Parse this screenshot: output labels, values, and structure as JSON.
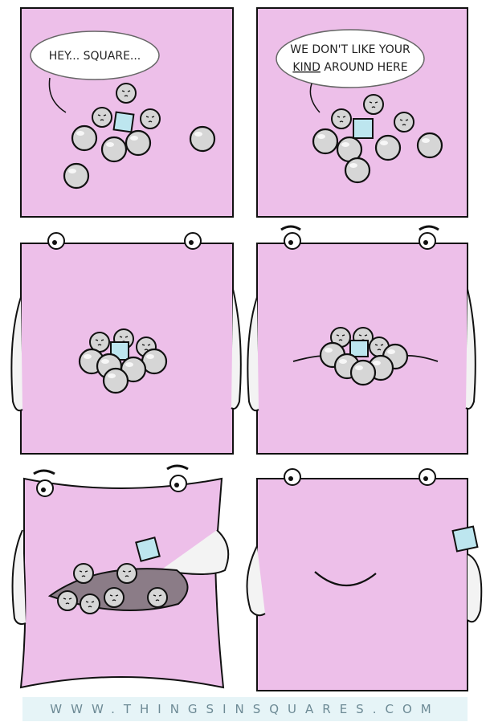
{
  "panels": [
    {
      "id": 1,
      "speech": "HEY... SQUARE..."
    },
    {
      "id": 2,
      "speech_line1": "WE DON'T LIKE YOUR",
      "speech_line2_underlined": "KIND",
      "speech_line2_rest": " AROUND HERE"
    },
    {
      "id": 3
    },
    {
      "id": 4
    },
    {
      "id": 5
    },
    {
      "id": 6
    }
  ],
  "footer": {
    "url": "WWW.THINGSINSQUARES.COM"
  },
  "colors": {
    "square_pink": "#edbfe9",
    "ball_grey": "#d6d6d6",
    "small_square_blue": "#bde6ef",
    "outline": "#111111"
  }
}
